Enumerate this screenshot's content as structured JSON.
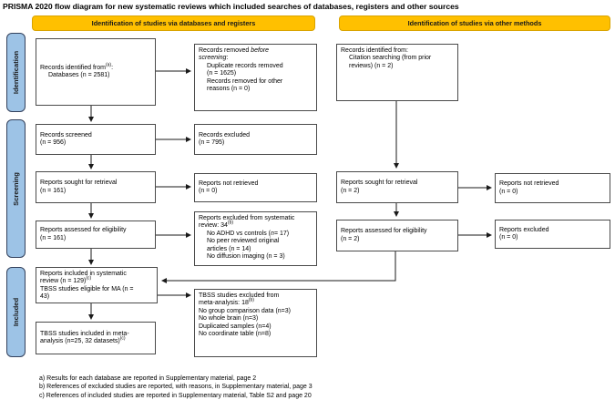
{
  "title": "PRISMA 2020 flow diagram for new systematic reviews which included searches of databases, registers and other sources",
  "headers": {
    "databases": "Identification of studies via databases and registers",
    "other": "Identification of studies via other methods"
  },
  "stages": {
    "identification": "Identification",
    "screening": "Screening",
    "included": "Included"
  },
  "colors": {
    "header_fill": "#FFC000",
    "header_border": "#D9A300",
    "stage_fill": "#9DC3E6",
    "stage_border": "#33415C",
    "box_border": "#4A4A4A",
    "arrow": "#1A1A1A"
  },
  "boxes": {
    "db_identified": {
      "lines": [
        {
          "segs": [
            [
              "",
              "Records identified from"
            ],
            [
              "sup",
              "(a)"
            ],
            [
              "",
              ":"
            ]
          ]
        },
        {
          "indent": 1,
          "segs": [
            [
              "",
              "Databases (n = 2581)"
            ]
          ]
        }
      ]
    },
    "removed": {
      "lines": [
        {
          "segs": [
            [
              "",
              "Records removed "
            ],
            [
              "it",
              "before"
            ]
          ]
        },
        {
          "segs": [
            [
              "it",
              "screening"
            ],
            [
              "",
              ":"
            ]
          ]
        },
        {
          "indent": 1,
          "segs": [
            [
              "",
              "Duplicate records removed"
            ]
          ]
        },
        {
          "indent": 1,
          "segs": [
            [
              "",
              "(n = 1625)"
            ]
          ]
        },
        {
          "indent": 1,
          "segs": [
            [
              "",
              "Records removed for other"
            ]
          ]
        },
        {
          "indent": 1,
          "segs": [
            [
              "",
              "reasons (n = 0)"
            ]
          ]
        }
      ]
    },
    "citation": {
      "lines": [
        {
          "segs": [
            [
              "",
              "Records identified from:"
            ]
          ]
        },
        {
          "indent": 1,
          "segs": [
            [
              "",
              "Citation searching (from prior"
            ]
          ]
        },
        {
          "indent": 1,
          "segs": [
            [
              "",
              "reviews) (n = 2)"
            ]
          ]
        }
      ]
    },
    "screened": {
      "lines": [
        {
          "segs": [
            [
              "",
              "Records screened"
            ]
          ]
        },
        {
          "segs": [
            [
              "",
              "(n = 956)"
            ]
          ]
        }
      ]
    },
    "rec_excluded": {
      "lines": [
        {
          "segs": [
            [
              "",
              "Records excluded"
            ]
          ]
        },
        {
          "segs": [
            [
              "",
              "(n = 795)"
            ]
          ]
        }
      ]
    },
    "sought": {
      "lines": [
        {
          "segs": [
            [
              "",
              "Reports sought for retrieval"
            ]
          ]
        },
        {
          "segs": [
            [
              "",
              "(n = 161)"
            ]
          ]
        }
      ]
    },
    "not_retrieved": {
      "lines": [
        {
          "segs": [
            [
              "",
              "Reports not retrieved"
            ]
          ]
        },
        {
          "segs": [
            [
              "",
              "(n = 0)"
            ]
          ]
        }
      ]
    },
    "assessed": {
      "lines": [
        {
          "segs": [
            [
              "",
              "Reports assessed for eligibility"
            ]
          ]
        },
        {
          "segs": [
            [
              "",
              "(n = 161)"
            ]
          ]
        }
      ]
    },
    "sr_excluded": {
      "lines": [
        {
          "segs": [
            [
              "",
              "Reports excluded from systematic"
            ]
          ]
        },
        {
          "segs": [
            [
              "",
              "review: 34"
            ],
            [
              "sup",
              "(b)"
            ]
          ]
        },
        {
          "indent": 1,
          "segs": [
            [
              "",
              "No ADHD vs controls ("
            ],
            [
              "it",
              "n"
            ],
            [
              "",
              "= 17)"
            ]
          ]
        },
        {
          "indent": 1,
          "segs": [
            [
              "",
              "No peer reviewed original"
            ]
          ]
        },
        {
          "indent": 1,
          "segs": [
            [
              "",
              "articles (n = 14)"
            ]
          ]
        },
        {
          "indent": 1,
          "segs": [
            [
              "",
              "No diffusion imaging (n = 3)"
            ]
          ]
        }
      ]
    },
    "included_sr": {
      "lines": [
        {
          "segs": [
            [
              "",
              "Reports included in systematic"
            ]
          ]
        },
        {
          "segs": [
            [
              "",
              "review (n = 129)"
            ],
            [
              "sup",
              "(c)"
            ]
          ]
        },
        {
          "segs": [
            [
              "",
              "TBSS studies eligible for MA (n ="
            ]
          ]
        },
        {
          "segs": [
            [
              "",
              "43)"
            ]
          ]
        }
      ]
    },
    "tbss_excluded": {
      "lines": [
        {
          "segs": [
            [
              "",
              "TBSS studies excluded from"
            ]
          ]
        },
        {
          "segs": [
            [
              "",
              "meta-analysis: 18"
            ],
            [
              "sup",
              "(b)"
            ]
          ]
        },
        {
          "segs": [
            [
              "",
              "No group comparison data (n=3)"
            ]
          ]
        },
        {
          "segs": [
            [
              "",
              "No whole brain (n=3)"
            ]
          ]
        },
        {
          "segs": [
            [
              "",
              "Duplicated samples (n=4)"
            ]
          ]
        },
        {
          "segs": [
            [
              "",
              "No coordinate table (n=8)"
            ]
          ]
        }
      ]
    },
    "tbss_included": {
      "lines": [
        {
          "segs": [
            [
              "",
              "TBSS studies included in meta-"
            ]
          ]
        },
        {
          "segs": [
            [
              "",
              "analysis (n=25, 32 datasets)"
            ],
            [
              "sup",
              "(c)"
            ]
          ]
        }
      ]
    },
    "sought2": {
      "lines": [
        {
          "segs": [
            [
              "",
              "Reports sought for retrieval"
            ]
          ]
        },
        {
          "segs": [
            [
              "",
              "(n = 2)"
            ]
          ]
        }
      ]
    },
    "not_retrieved2": {
      "lines": [
        {
          "segs": [
            [
              "",
              "Reports not retrieved"
            ]
          ]
        },
        {
          "segs": [
            [
              "",
              "(n = 0)"
            ]
          ]
        }
      ]
    },
    "assessed2": {
      "lines": [
        {
          "segs": [
            [
              "",
              "Reports assessed for eligibility"
            ]
          ]
        },
        {
          "segs": [
            [
              "",
              "(n = 2)"
            ]
          ]
        }
      ]
    },
    "excluded2": {
      "lines": [
        {
          "segs": [
            [
              "",
              "Reports excluded"
            ]
          ]
        },
        {
          "segs": [
            [
              "",
              "(n = 0)"
            ]
          ]
        }
      ]
    }
  },
  "footnotes": [
    "a) Results for each database are reported in Supplementary material, page 2",
    "b) References of excluded studies are reported, with reasons, in Supplementary material, page 3",
    "c) References of included studies are reported in Supplementary material, Table S2 and page 20"
  ]
}
